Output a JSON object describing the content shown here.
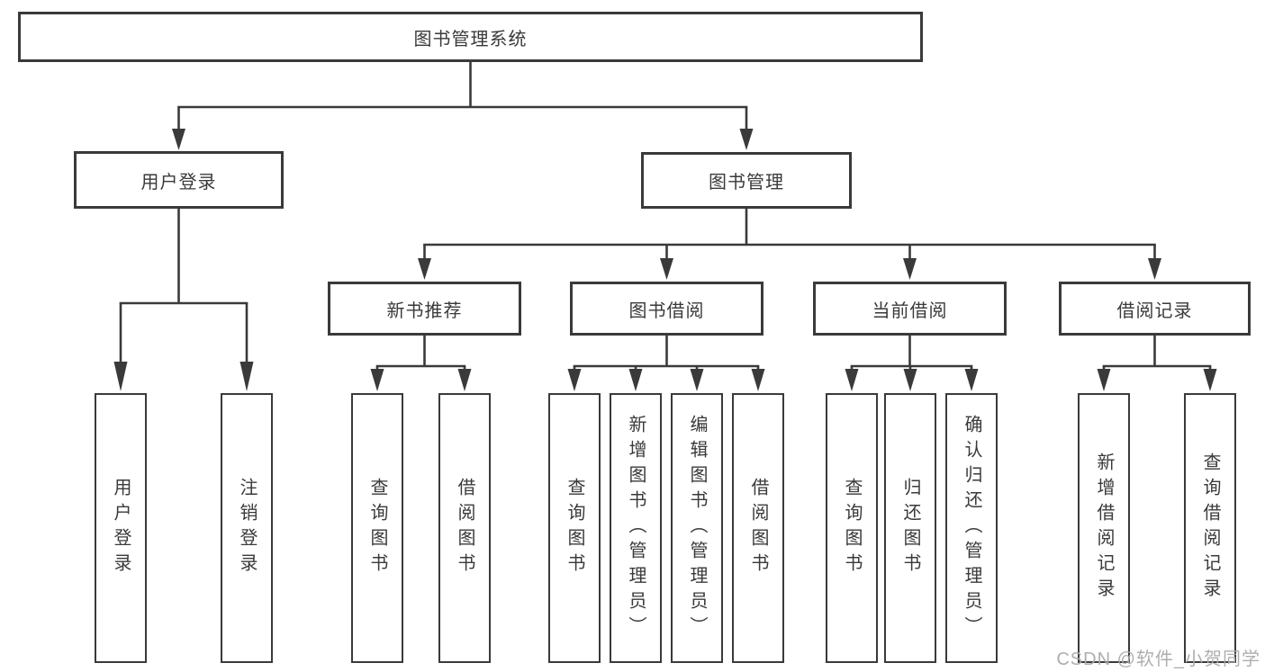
{
  "diagram": {
    "root": {
      "label": "图书管理系统"
    },
    "level2": [
      {
        "label": "用户登录"
      },
      {
        "label": "图书管理"
      }
    ],
    "level3": [
      {
        "label": "新书推荐"
      },
      {
        "label": "图书借阅"
      },
      {
        "label": "当前借阅"
      },
      {
        "label": "借阅记录"
      }
    ],
    "leaves": {
      "user_login": [
        "用户登录",
        "注销登录"
      ],
      "new_book_rec": [
        "查询图书",
        "借阅图书"
      ],
      "book_borrow": [
        "查询图书",
        "新增图书（管理员）",
        "编辑图书（管理员）",
        "借阅图书"
      ],
      "current_borrow": [
        "查询图书",
        "归还图书",
        "确认归还（管理员）"
      ],
      "borrow_records": [
        "新增借阅记录",
        "查询借阅记录"
      ]
    },
    "line_color": "#3a3a3a"
  },
  "watermark": {
    "text": "CSDN @软件_小贺同学"
  }
}
